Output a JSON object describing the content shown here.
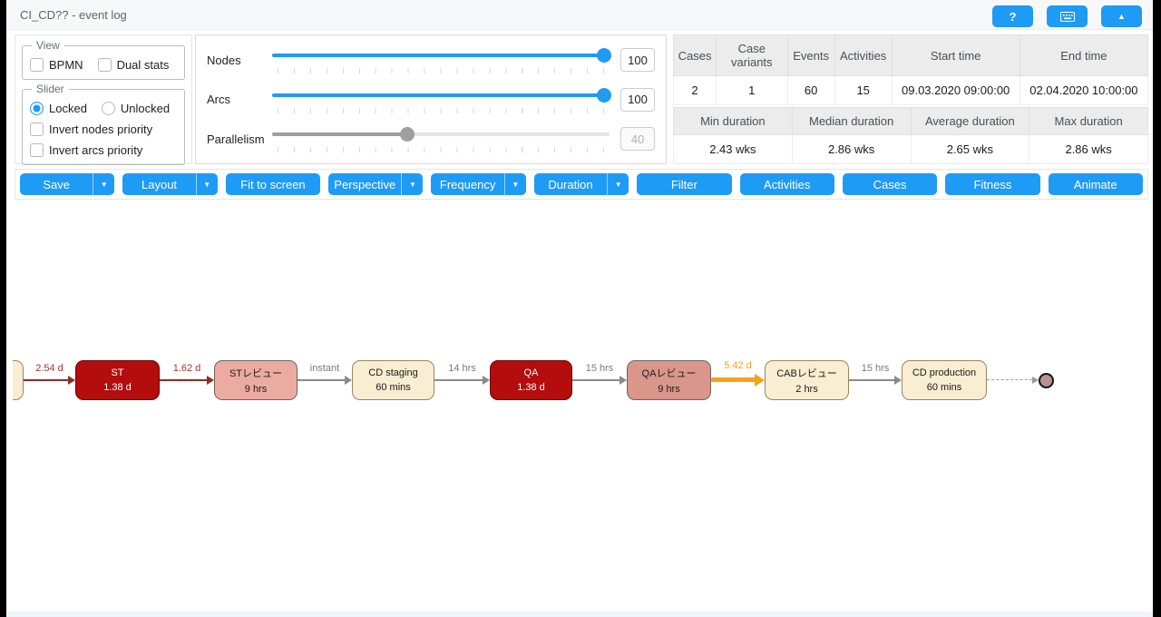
{
  "header": {
    "title": "CI_CD?? - event log",
    "help_label": "?",
    "keyboard_icon": "keyboard-icon",
    "collapse_icon": "caret-up"
  },
  "view_panel": {
    "legend": "View",
    "options": [
      {
        "label": "BPMN",
        "checked": false
      },
      {
        "label": "Dual stats",
        "checked": false
      }
    ]
  },
  "slider_panel": {
    "legend": "Slider",
    "radios": [
      {
        "label": "Locked",
        "selected": true
      },
      {
        "label": "Unlocked",
        "selected": false
      }
    ],
    "checks": [
      {
        "label": "Invert nodes priority",
        "checked": false
      },
      {
        "label": "Invert arcs priority",
        "checked": false
      }
    ]
  },
  "sliders": [
    {
      "label": "Nodes",
      "value": "100",
      "disabled": false
    },
    {
      "label": "Arcs",
      "value": "100",
      "disabled": false
    },
    {
      "label": "Parallelism",
      "value": "40",
      "disabled": true
    }
  ],
  "stats_table": {
    "headers": [
      "Cases",
      "Case variants",
      "Events",
      "Activities",
      "Start time",
      "End time"
    ],
    "values": [
      "2",
      "1",
      "60",
      "15",
      "09.03.2020 09:00:00",
      "02.04.2020 10:00:00"
    ]
  },
  "duration_table": {
    "headers": [
      "Min duration",
      "Median duration",
      "Average duration",
      "Max duration"
    ],
    "values": [
      "2.43 wks",
      "2.86 wks",
      "2.65 wks",
      "2.86 wks"
    ]
  },
  "toolbar": {
    "buttons": [
      {
        "label": "Save",
        "split": true
      },
      {
        "label": "Layout",
        "split": true
      },
      {
        "label": "Fit to screen",
        "split": false
      },
      {
        "label": "Perspective",
        "split": true
      },
      {
        "label": "Frequency",
        "split": true
      },
      {
        "label": "Duration",
        "split": true
      },
      {
        "label": "Filter",
        "split": false
      },
      {
        "label": "Activities",
        "split": false
      },
      {
        "label": "Cases",
        "split": false
      },
      {
        "label": "Fitness",
        "split": false
      },
      {
        "label": "Animate",
        "split": false
      }
    ]
  },
  "flow": {
    "nodes": [
      {
        "label": "ST",
        "duration": "1.38 d",
        "style": "red"
      },
      {
        "label": "STレビュー",
        "duration": "9 hrs",
        "style": "salmon"
      },
      {
        "label": "CD staging",
        "duration": "60 mins",
        "style": "cream"
      },
      {
        "label": "QA",
        "duration": "1.38 d",
        "style": "red"
      },
      {
        "label": "QAレビュー",
        "duration": "9 hrs",
        "style": "salmon2"
      },
      {
        "label": "CABレビュー",
        "duration": "2 hrs",
        "style": "cream"
      },
      {
        "label": "CD production",
        "duration": "60 mins",
        "style": "cream"
      }
    ],
    "edges": [
      {
        "label": "2.54 d",
        "style": "maroon"
      },
      {
        "label": "1.62 d",
        "style": "maroon"
      },
      {
        "label": "instant",
        "style": "gray"
      },
      {
        "label": "14 hrs",
        "style": "gray"
      },
      {
        "label": "15 hrs",
        "style": "gray"
      },
      {
        "label": "5.42 d",
        "style": "orange"
      },
      {
        "label": "15 hrs",
        "style": "gray"
      },
      {
        "label": "",
        "style": "dashed"
      }
    ]
  },
  "colors": {
    "accent_blue": "#1e9bf5",
    "node_red": "#b30d0d",
    "node_salmon": "#ecaba1",
    "node_salmon_dark": "#db968b",
    "node_cream": "#f9edd2",
    "edge_maroon": "#8f2b26",
    "edge_gray": "#8a8a8a",
    "edge_orange": "#f6a21d",
    "end_node_fill": "#ba9191"
  }
}
